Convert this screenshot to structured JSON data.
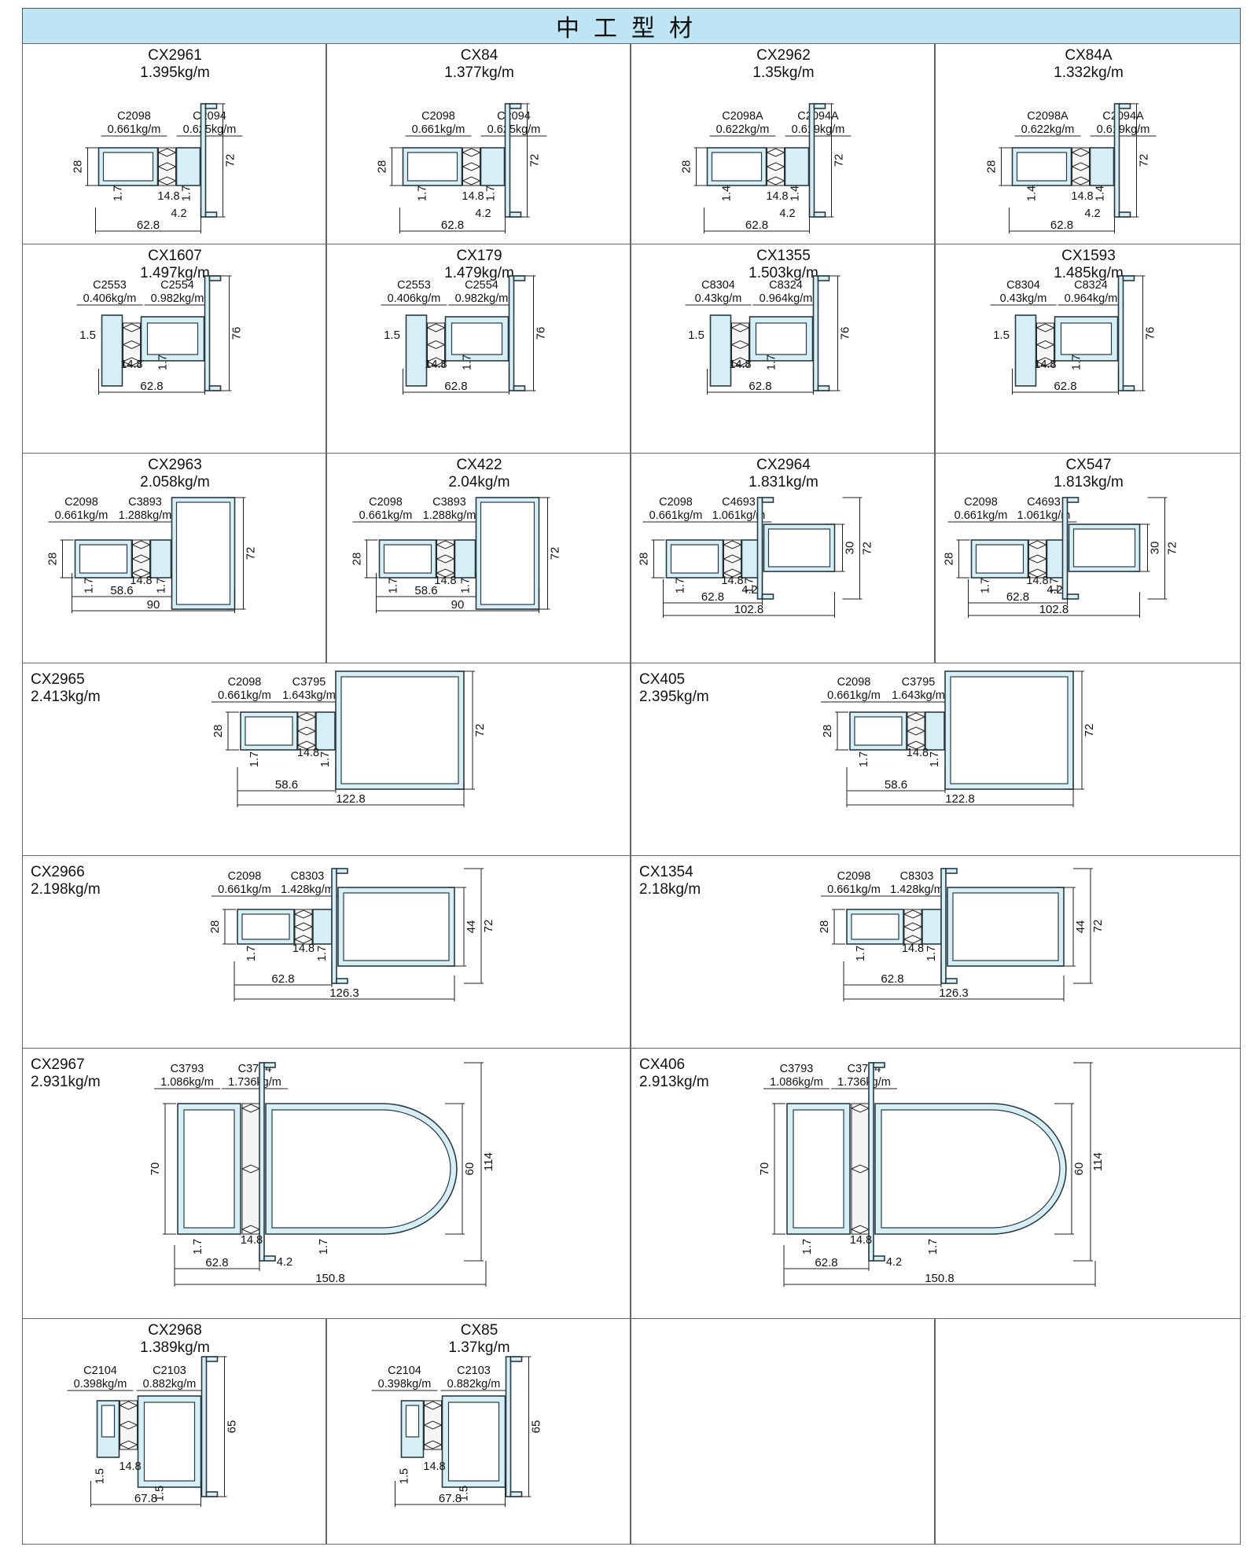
{
  "header": {
    "title": "中工型材"
  },
  "rows": [
    {
      "cells": [
        {
          "id": "CX2961",
          "name": "CX2961",
          "weight": "1.395kg/m",
          "layout": "A",
          "labels": [
            "C2098",
            "0.661kg/m",
            "C2094",
            "0.625kg/m"
          ],
          "dims": [
            "28",
            "72",
            "1.7",
            "14.8",
            "1.7",
            "4.2",
            "62.8"
          ]
        },
        {
          "id": "CX84",
          "name": "CX84",
          "weight": "1.377kg/m",
          "layout": "A",
          "labels": [
            "C2098",
            "0.661kg/m",
            "C2094",
            "0.625kg/m"
          ],
          "dims": [
            "28",
            "72",
            "1.7",
            "14.8",
            "1.7",
            "4.2",
            "62.8"
          ]
        },
        {
          "id": "CX2962",
          "name": "CX2962",
          "weight": "1.35kg/m",
          "layout": "A",
          "labels": [
            "C2098A",
            "0.622kg/m",
            "C2094A",
            "0.619kg/m"
          ],
          "dims": [
            "28",
            "72",
            "1.4",
            "14.8",
            "1.4",
            "4.2",
            "62.8"
          ]
        },
        {
          "id": "CX84A",
          "name": "CX84A",
          "weight": "1.332kg/m",
          "layout": "A",
          "labels": [
            "C2098A",
            "0.622kg/m",
            "C2094A",
            "0.619kg/m"
          ],
          "dims": [
            "28",
            "72",
            "1.4",
            "14.8",
            "1.4",
            "4.2",
            "62.8"
          ]
        }
      ]
    },
    {
      "cells": [
        {
          "id": "CX1607",
          "name": "CX1607",
          "weight": "1.497kg/m",
          "layout": "B",
          "labels": [
            "C2553",
            "0.406kg/m",
            "C2554",
            "0.982kg/m"
          ],
          "dims": [
            "1.5",
            "76",
            "14.8",
            "1.7",
            "62.8"
          ]
        },
        {
          "id": "CX179",
          "name": "CX179",
          "weight": "1.479kg/m",
          "layout": "B",
          "labels": [
            "C2553",
            "0.406kg/m",
            "C2554",
            "0.982kg/m"
          ],
          "dims": [
            "1.5",
            "76",
            "14.8",
            "1.7",
            "62.8"
          ]
        },
        {
          "id": "CX1355",
          "name": "CX1355",
          "weight": "1.503kg/m",
          "layout": "B",
          "labels": [
            "C8304",
            "0.43kg/m",
            "C8324",
            "0.964kg/m"
          ],
          "dims": [
            "1.5",
            "76",
            "14.8",
            "1.7",
            "62.8"
          ]
        },
        {
          "id": "CX1593",
          "name": "CX1593",
          "weight": "1.485kg/m",
          "layout": "B",
          "labels": [
            "C8304",
            "0.43kg/m",
            "C8324",
            "0.964kg/m"
          ],
          "dims": [
            "1.5",
            "76",
            "14.8",
            "1.7",
            "62.8"
          ]
        }
      ]
    },
    {
      "cells": [
        {
          "id": "CX2963",
          "name": "CX2963",
          "weight": "2.058kg/m",
          "layout": "C",
          "labels": [
            "C2098",
            "0.661kg/m",
            "C3893",
            "1.288kg/m"
          ],
          "dims": [
            "28",
            "72",
            "1.7",
            "14.8",
            "1.7",
            "58.6",
            "90"
          ]
        },
        {
          "id": "CX422",
          "name": "CX422",
          "weight": "2.04kg/m",
          "layout": "C",
          "labels": [
            "C2098",
            "0.661kg/m",
            "C3893",
            "1.288kg/m"
          ],
          "dims": [
            "28",
            "72",
            "1.7",
            "14.8",
            "1.7",
            "58.6",
            "90"
          ]
        },
        {
          "id": "CX2964",
          "name": "CX2964",
          "weight": "1.831kg/m",
          "layout": "D",
          "labels": [
            "C2098",
            "0.661kg/m",
            "C4693",
            "1.061kg/m"
          ],
          "dims": [
            "28",
            "30",
            "72",
            "1.7",
            "14.8",
            "1.7",
            "4.2",
            "62.8",
            "102.8"
          ]
        },
        {
          "id": "CX547",
          "name": "CX547",
          "weight": "1.813kg/m",
          "layout": "D",
          "labels": [
            "C2098",
            "0.661kg/m",
            "C4693",
            "1.061kg/m"
          ],
          "dims": [
            "28",
            "30",
            "72",
            "1.7",
            "14.8",
            "1.7",
            "4.2",
            "62.8",
            "102.8"
          ]
        }
      ]
    },
    {
      "cells": [
        {
          "id": "CX2965",
          "name": "CX2965",
          "weight": "2.413kg/m",
          "layout": "E",
          "labels": [
            "C2098",
            "0.661kg/m",
            "C3795",
            "1.643kg/m"
          ],
          "dims": [
            "28",
            "72",
            "1.7",
            "14.8",
            "1.7",
            "58.6",
            "122.8"
          ]
        },
        {
          "id": "CX405",
          "name": "CX405",
          "weight": "2.395kg/m",
          "layout": "E",
          "labels": [
            "C2098",
            "0.661kg/m",
            "C3795",
            "1.643kg/m"
          ],
          "dims": [
            "28",
            "72",
            "1.7",
            "14.8",
            "1.7",
            "58.6",
            "122.8"
          ]
        }
      ]
    },
    {
      "cells": [
        {
          "id": "CX2966",
          "name": "CX2966",
          "weight": "2.198kg/m",
          "layout": "F",
          "labels": [
            "C2098",
            "0.661kg/m",
            "C8303",
            "1.428kg/m"
          ],
          "dims": [
            "28",
            "44",
            "72",
            "1.7",
            "14.8",
            "1.7",
            "62.8",
            "126.3"
          ]
        },
        {
          "id": "CX1354",
          "name": "CX1354",
          "weight": "2.18kg/m",
          "layout": "F",
          "labels": [
            "C2098",
            "0.661kg/m",
            "C8303",
            "1.428kg/m"
          ],
          "dims": [
            "28",
            "44",
            "72",
            "1.7",
            "14.8",
            "1.7",
            "62.8",
            "126.3"
          ]
        }
      ]
    },
    {
      "cells": [
        {
          "id": "CX2967",
          "name": "CX2967",
          "weight": "2.931kg/m",
          "layout": "G",
          "labels": [
            "C3793",
            "1.086kg/m",
            "C3794",
            "1.736kg/m"
          ],
          "dims": [
            "70",
            "60",
            "114",
            "1.7",
            "14.8",
            "1.7",
            "4.2",
            "62.8",
            "150.8"
          ]
        },
        {
          "id": "CX406",
          "name": "CX406",
          "weight": "2.913kg/m",
          "layout": "G",
          "labels": [
            "C3793",
            "1.086kg/m",
            "C3794",
            "1.736kg/m"
          ],
          "dims": [
            "70",
            "60",
            "114",
            "1.7",
            "14.8",
            "1.7",
            "4.2",
            "62.8",
            "150.8"
          ]
        }
      ]
    },
    {
      "cells": [
        {
          "id": "CX2968",
          "name": "CX2968",
          "weight": "1.389kg/m",
          "layout": "H",
          "labels": [
            "C2104",
            "0.398kg/m",
            "C2103",
            "0.882kg/m"
          ],
          "dims": [
            "65",
            "1.5",
            "14.8",
            "67.8",
            "1.5"
          ]
        },
        {
          "id": "CX85",
          "name": "CX85",
          "weight": "1.37kg/m",
          "layout": "H",
          "labels": [
            "C2104",
            "0.398kg/m",
            "C2103",
            "0.882kg/m"
          ],
          "dims": [
            "65",
            "1.5",
            "14.8",
            "67.8",
            "1.5"
          ]
        }
      ]
    }
  ]
}
